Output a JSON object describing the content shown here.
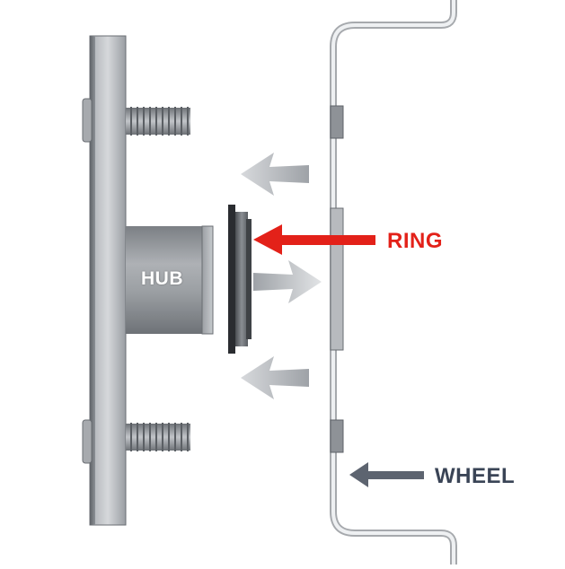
{
  "labels": {
    "hub": "HUB",
    "ring": "RING",
    "wheel": "WHEEL"
  },
  "colors": {
    "ring_accent": "#e32119",
    "wheel_label": "#3a4456",
    "arrow_gray": "#c9ccd1",
    "metal_dark": "#6f7378",
    "metal_light": "#d9dbde"
  }
}
